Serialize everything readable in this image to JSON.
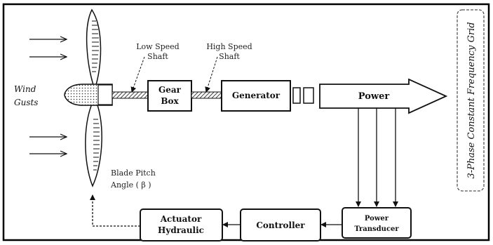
{
  "labels": {
    "wind_gusts": [
      "Wind",
      "Gusts"
    ],
    "low_speed_shaft": [
      "Low Speed",
      "Shaft"
    ],
    "high_speed_shaft": [
      "High Speed",
      "Shaft"
    ],
    "gear_box": [
      "Gear",
      "Box"
    ],
    "generator": "Generator",
    "power": "Power",
    "grid": "3-Phase Constant Frequency Grid",
    "blade_pitch": [
      "Blade Pitch",
      "Angle ( β )"
    ],
    "actuator": [
      "Actuator",
      "Hydraulic"
    ],
    "controller": "Controller",
    "power_transducer": [
      "Power",
      "Transducer"
    ]
  }
}
